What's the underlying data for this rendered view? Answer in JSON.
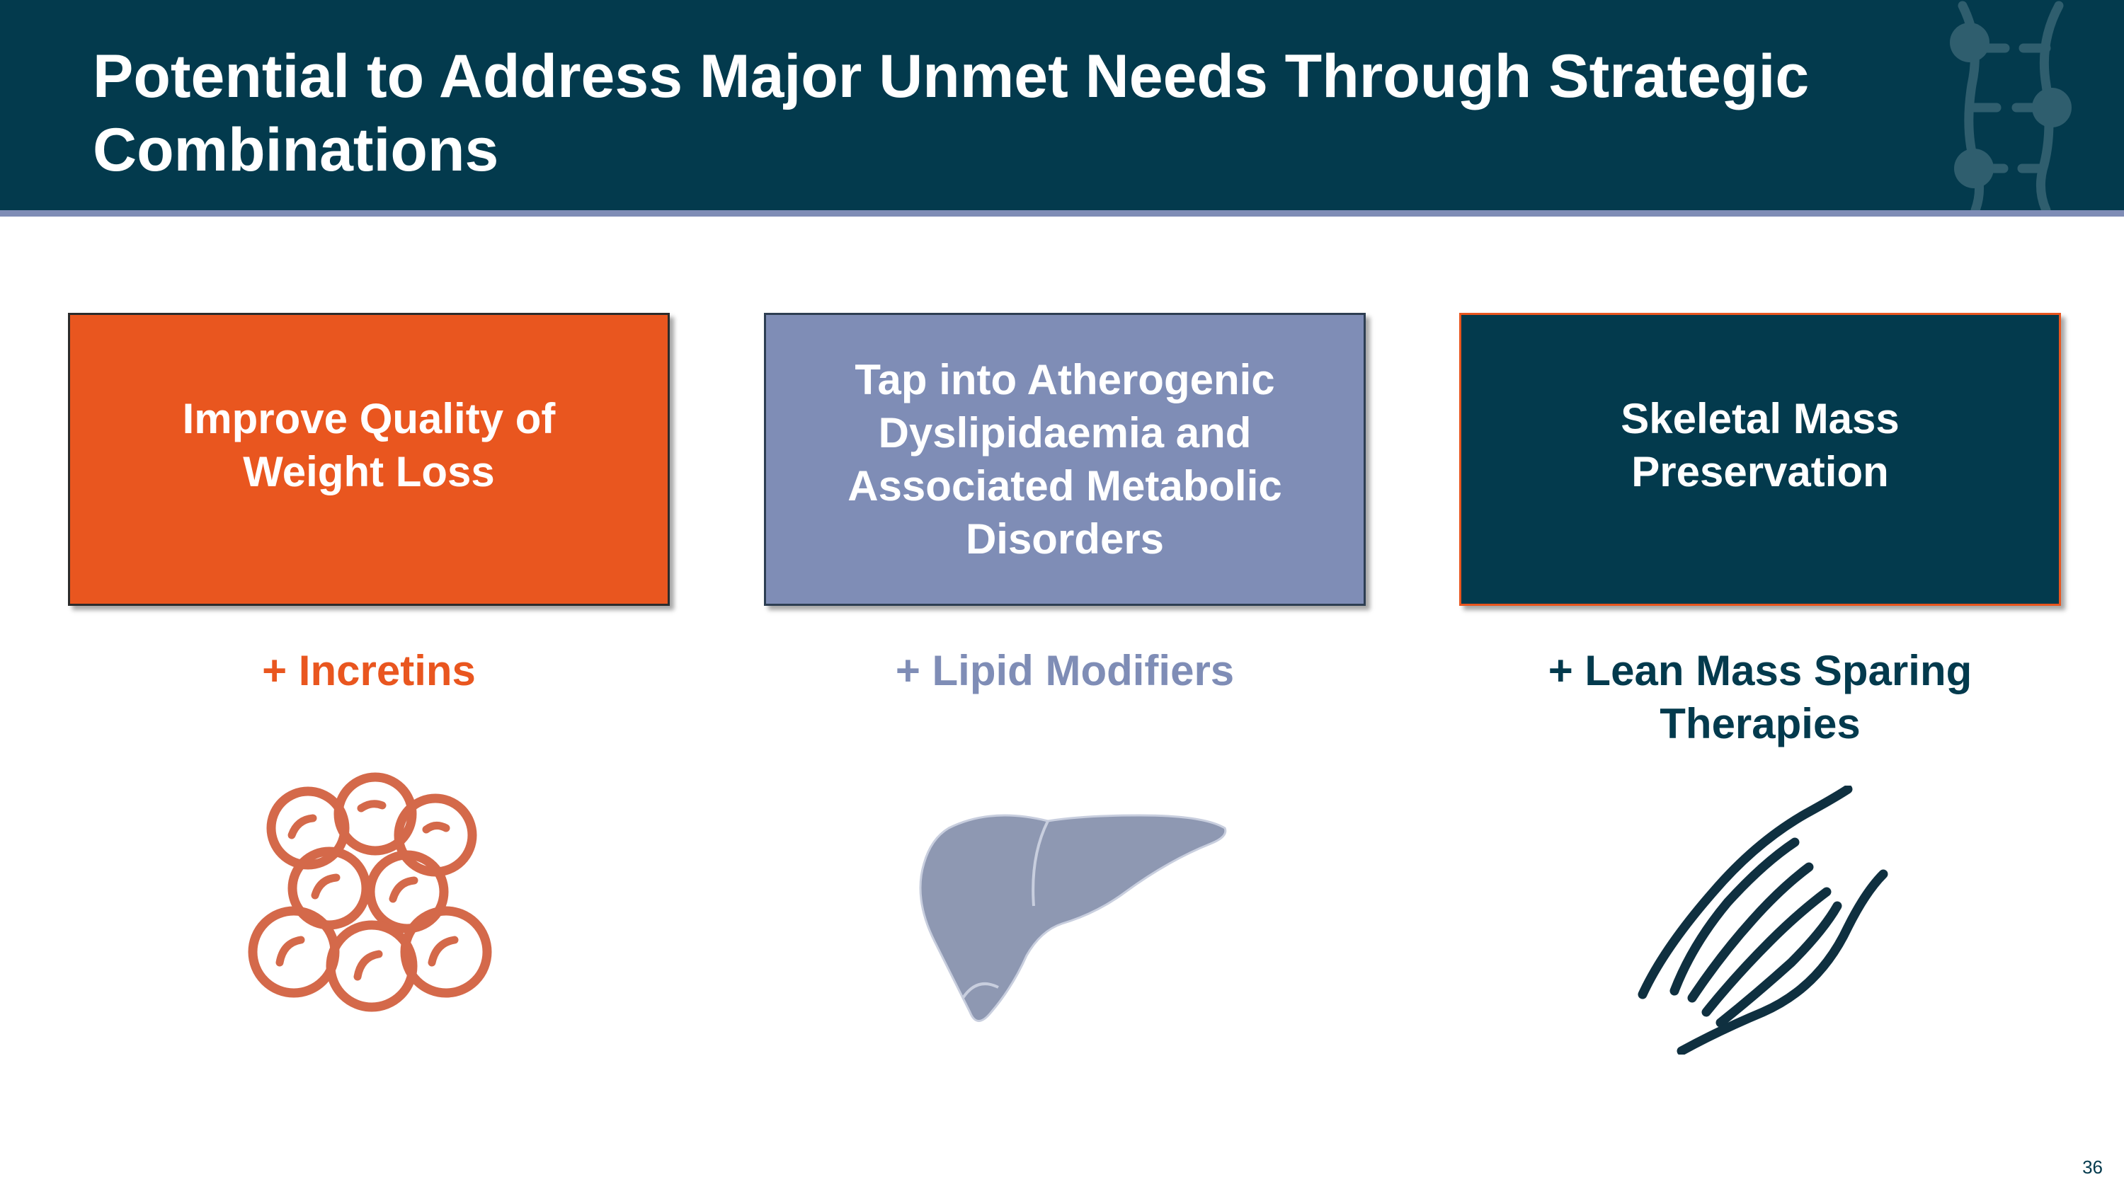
{
  "slide": {
    "title": "Potential to Address Major Unmet Needs Through Strategic Combinations",
    "page_number": "36"
  },
  "cards": [
    {
      "label": "Improve Quality of Weight Loss",
      "combination": "+ Incretins",
      "icon": "fat-cells-icon",
      "color": "#e9561f"
    },
    {
      "label": "Tap into Atherogenic Dyslipidaemia and Associated Metabolic Disorders",
      "combination": "+ Lipid Modifiers",
      "icon": "liver-icon",
      "color": "#7f8db6"
    },
    {
      "label": "Skeletal Mass Preservation",
      "combination": "+ Lean Mass Sparing Therapies",
      "icon": "muscle-icon",
      "color": "#033a4d"
    }
  ],
  "colors": {
    "header": "#033a4d",
    "accent_rule": "#7f8db6"
  },
  "logo_icon": "molecule-logo-icon"
}
